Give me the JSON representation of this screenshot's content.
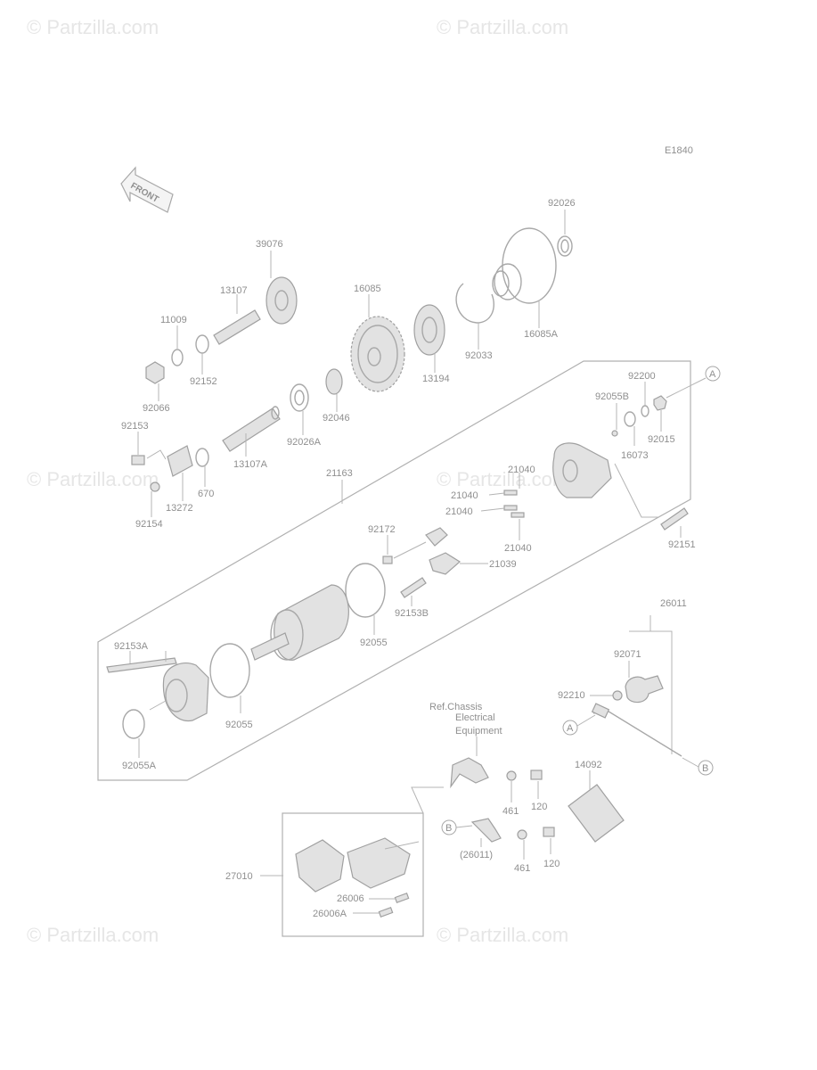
{
  "watermark": "© Partzilla.com",
  "diagram_code": "E1840",
  "front_label": "FRONT",
  "ref_note": [
    "Ref.Chassis",
    "Electrical",
    "Equipment"
  ],
  "labels": {
    "p92026": "92026",
    "p39076": "39076",
    "p13107": "13107",
    "p16085": "16085",
    "p11009": "11009",
    "p16085A": "16085A",
    "p92152": "92152",
    "p13194": "13194",
    "p92033": "92033",
    "p92066": "92066",
    "p92026A": "92026A",
    "p92046": "92046",
    "p92153": "92153",
    "p13107A": "13107A",
    "p670": "670",
    "p13272": "13272",
    "p92154": "92154",
    "p21163": "21163",
    "p92200": "92200",
    "p92055B": "92055B",
    "p92015": "92015",
    "p16073": "16073",
    "p21040a": "21040",
    "p21040b": "21040",
    "p21040c": "21040",
    "p21040d": "21040",
    "p92172": "92172",
    "p21039": "21039",
    "p92151": "92151",
    "p92153B": "92153B",
    "p92055": "92055",
    "p92153A": "92153A",
    "p92055b2": "92055",
    "p92055A": "92055A",
    "p26011": "26011",
    "p92071": "92071",
    "p92210": "92210",
    "p14092": "14092",
    "p461a": "461",
    "p120a": "120",
    "p26011r": "(26011)",
    "p461b": "461",
    "p120b": "120",
    "p27010": "27010",
    "p26006": "26006",
    "p26006A": "26006A"
  },
  "callouts": {
    "A": "A",
    "B": "B"
  }
}
